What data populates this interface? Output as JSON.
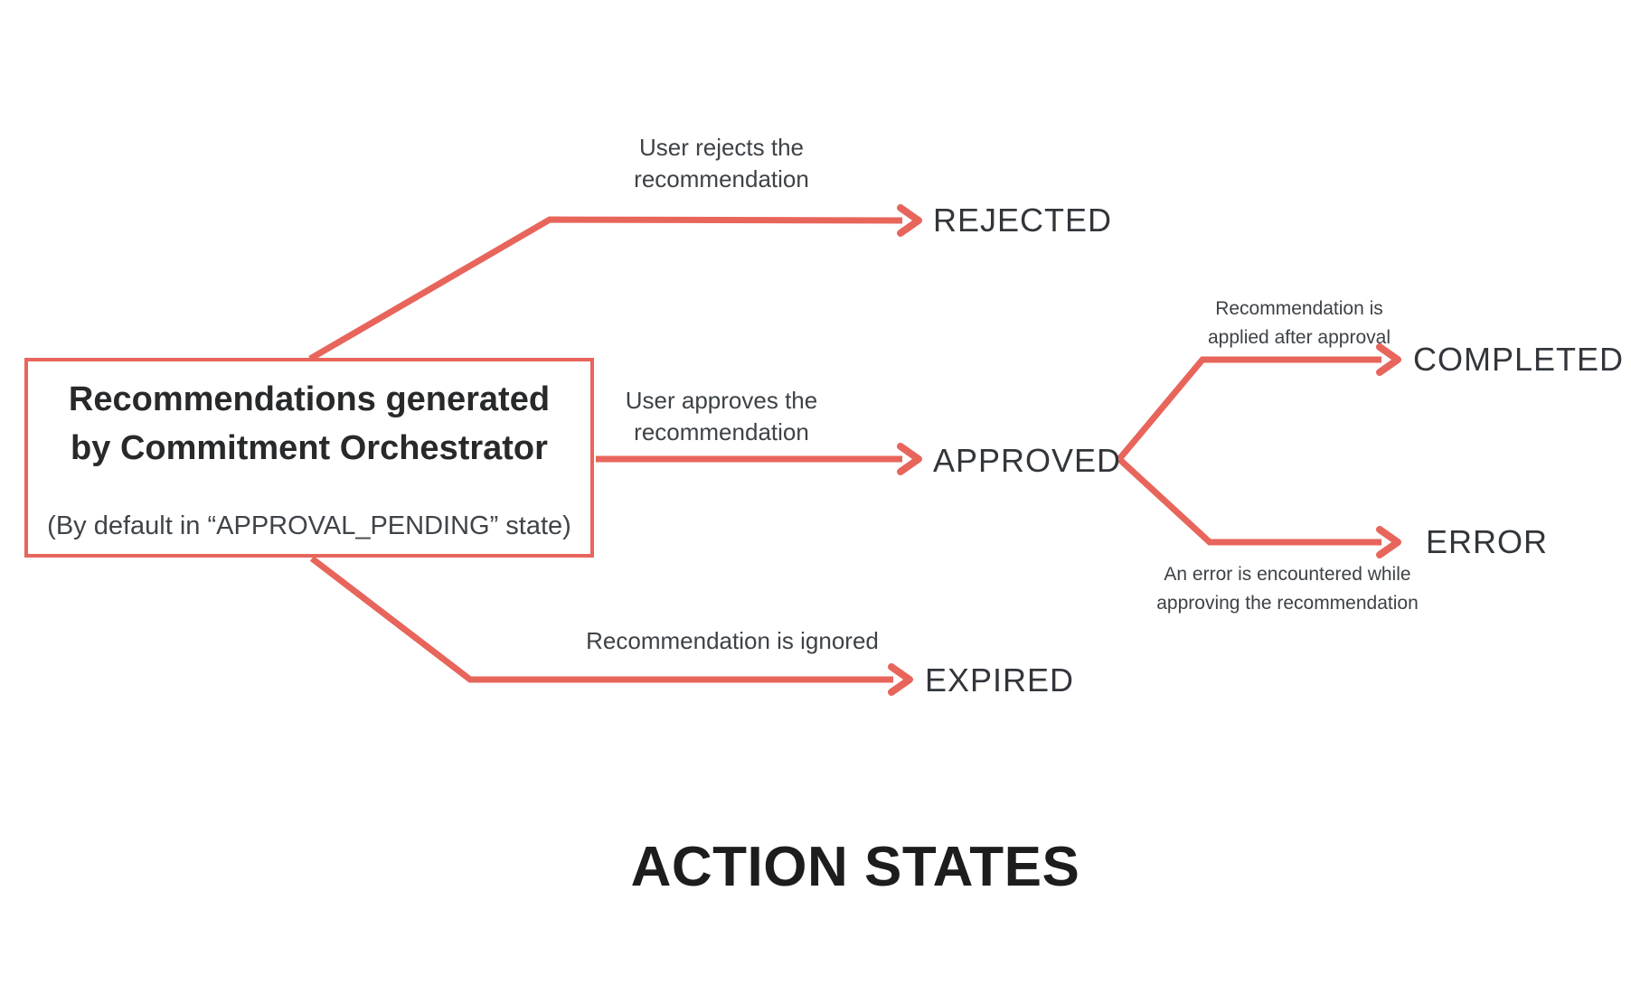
{
  "diagram": {
    "title": "ACTION STATES",
    "accent_color": "#E8655B",
    "source_node": {
      "title": "Recommendations generated\nby Commitment Orchestrator",
      "subtitle": "(By default in “APPROVAL_PENDING” state)"
    },
    "transitions": [
      {
        "id": "rejected",
        "label": "User rejects the\nrecommendation",
        "state": "REJECTED"
      },
      {
        "id": "approved",
        "label": "User approves the\nrecommendation",
        "state": "APPROVED"
      },
      {
        "id": "expired",
        "label": "Recommendation is ignored",
        "state": "EXPIRED"
      },
      {
        "id": "completed",
        "label": "Recommendation is\napplied after approval",
        "state": "COMPLETED"
      },
      {
        "id": "error",
        "label": "An error is encountered while\napproving the recommendation",
        "state": "ERROR"
      }
    ]
  }
}
